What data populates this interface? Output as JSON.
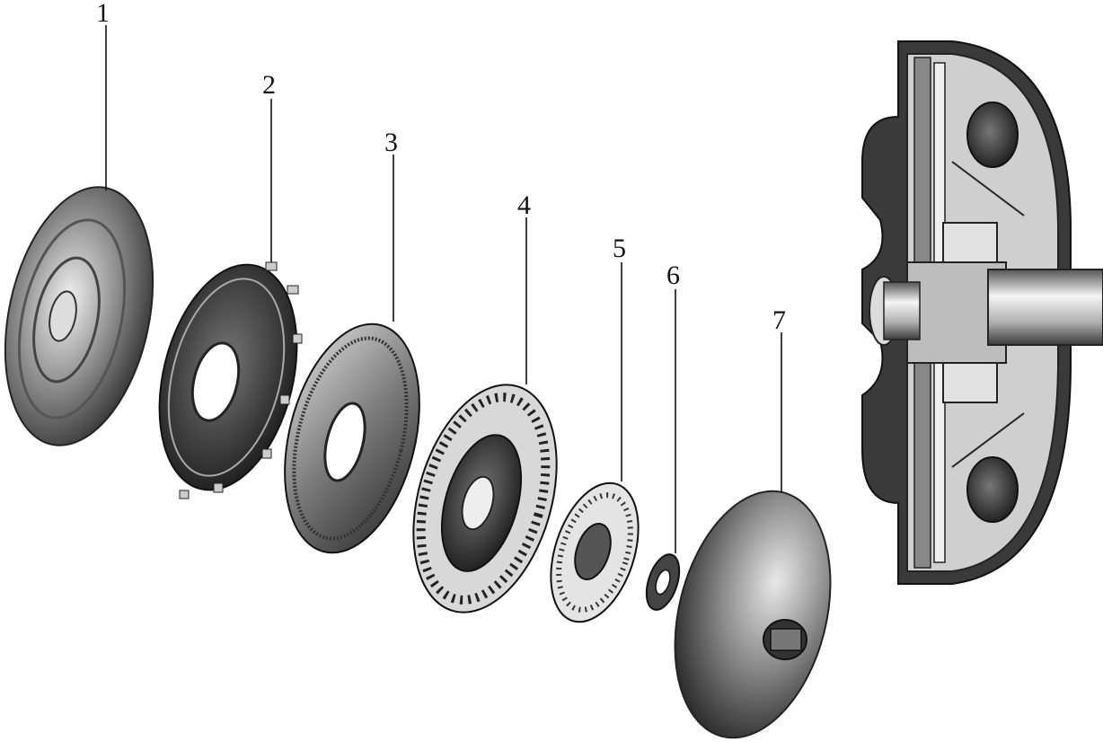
{
  "diagram": {
    "style": "exploded-view",
    "callouts": [
      {
        "number": "1",
        "icon": "front-cover-shell-icon"
      },
      {
        "number": "2",
        "icon": "lockup-clutch-plate-icon"
      },
      {
        "number": "3",
        "icon": "damper-plate-icon"
      },
      {
        "number": "4",
        "icon": "turbine-icon"
      },
      {
        "number": "5",
        "icon": "stator-icon"
      },
      {
        "number": "6",
        "icon": "thrust-washer-icon"
      },
      {
        "number": "7",
        "icon": "pump-impeller-shell-icon"
      }
    ],
    "assembly_icon": "torque-converter-cutaway-icon",
    "colors": {
      "ink": "#111111",
      "metal_light": "#e6e6e6",
      "metal_dark": "#2b2b2b",
      "cutaway_shade": "#a8a8a8"
    }
  }
}
